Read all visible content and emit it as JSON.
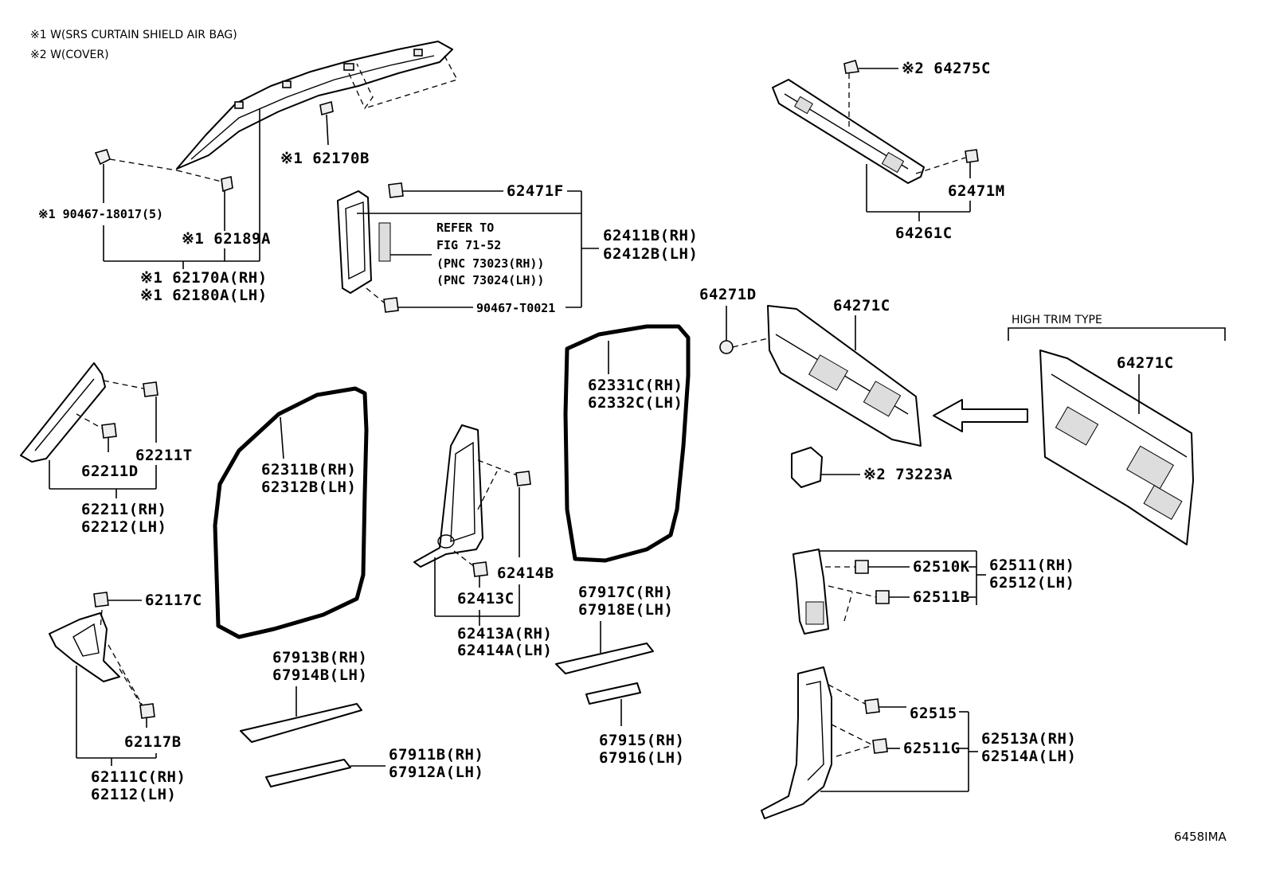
{
  "notes": {
    "note1": "※1 W(SRS CURTAIN SHIELD AIR BAG)",
    "note2": "※2 W(COVER)"
  },
  "labels": {
    "p90467_18017": "※1 90467-18017(5)",
    "p62189A": "※1 62189A",
    "p62170A": "※1 62170A(RH)",
    "p62180A": "※1 62180A(LH)",
    "p62170B": "※1 62170B",
    "p62471F": "62471F",
    "refer1": "REFER TO",
    "refer2": "FIG 71-52",
    "pnc1": "(PNC 73023(RH))",
    "pnc2": "(PNC 73024(LH))",
    "p62411B": "62411B(RH)",
    "p62412B": "62412B(LH)",
    "p90467_T0021": "90467-T0021",
    "p64275C": "※2 64275C",
    "p62471M": "62471M",
    "p64261C": "64261C",
    "p64271D": "64271D",
    "p64271C_a": "64271C",
    "high_trim": "HIGH TRIM TYPE",
    "p64271C_b": "64271C",
    "p73223A": "※2 73223A",
    "p62331C": "62331C(RH)",
    "p62332C": "62332C(LH)",
    "p62211T": "62211T",
    "p62211D": "62211D",
    "p62211": "62211(RH)",
    "p62212": "62212(LH)",
    "p62311B": "62311B(RH)",
    "p62312B": "62312B(LH)",
    "p62414B": "62414B",
    "p62413C": "62413C",
    "p62413A": "62413A(RH)",
    "p62414A": "62414A(LH)",
    "p67917C": "67917C(RH)",
    "p67918E": "67918E(LH)",
    "p62510K": "62510K",
    "p62511B": "62511B",
    "p62511": "62511(RH)",
    "p62512": "62512(LH)",
    "p62117C": "62117C",
    "p62117B": "62117B",
    "p62111C": "62111C(RH)",
    "p62112": "62112(LH)",
    "p67913B": "67913B(RH)",
    "p67914B": "67914B(LH)",
    "p67911B": "67911B(RH)",
    "p67912A": "67912A(LH)",
    "p67915": "67915(RH)",
    "p67916": "67916(LH)",
    "p62515": "62515",
    "p62511G": "62511G",
    "p62513A": "62513A(RH)",
    "p62514A": "62514A(LH)",
    "fig_code": "6458IMA"
  }
}
